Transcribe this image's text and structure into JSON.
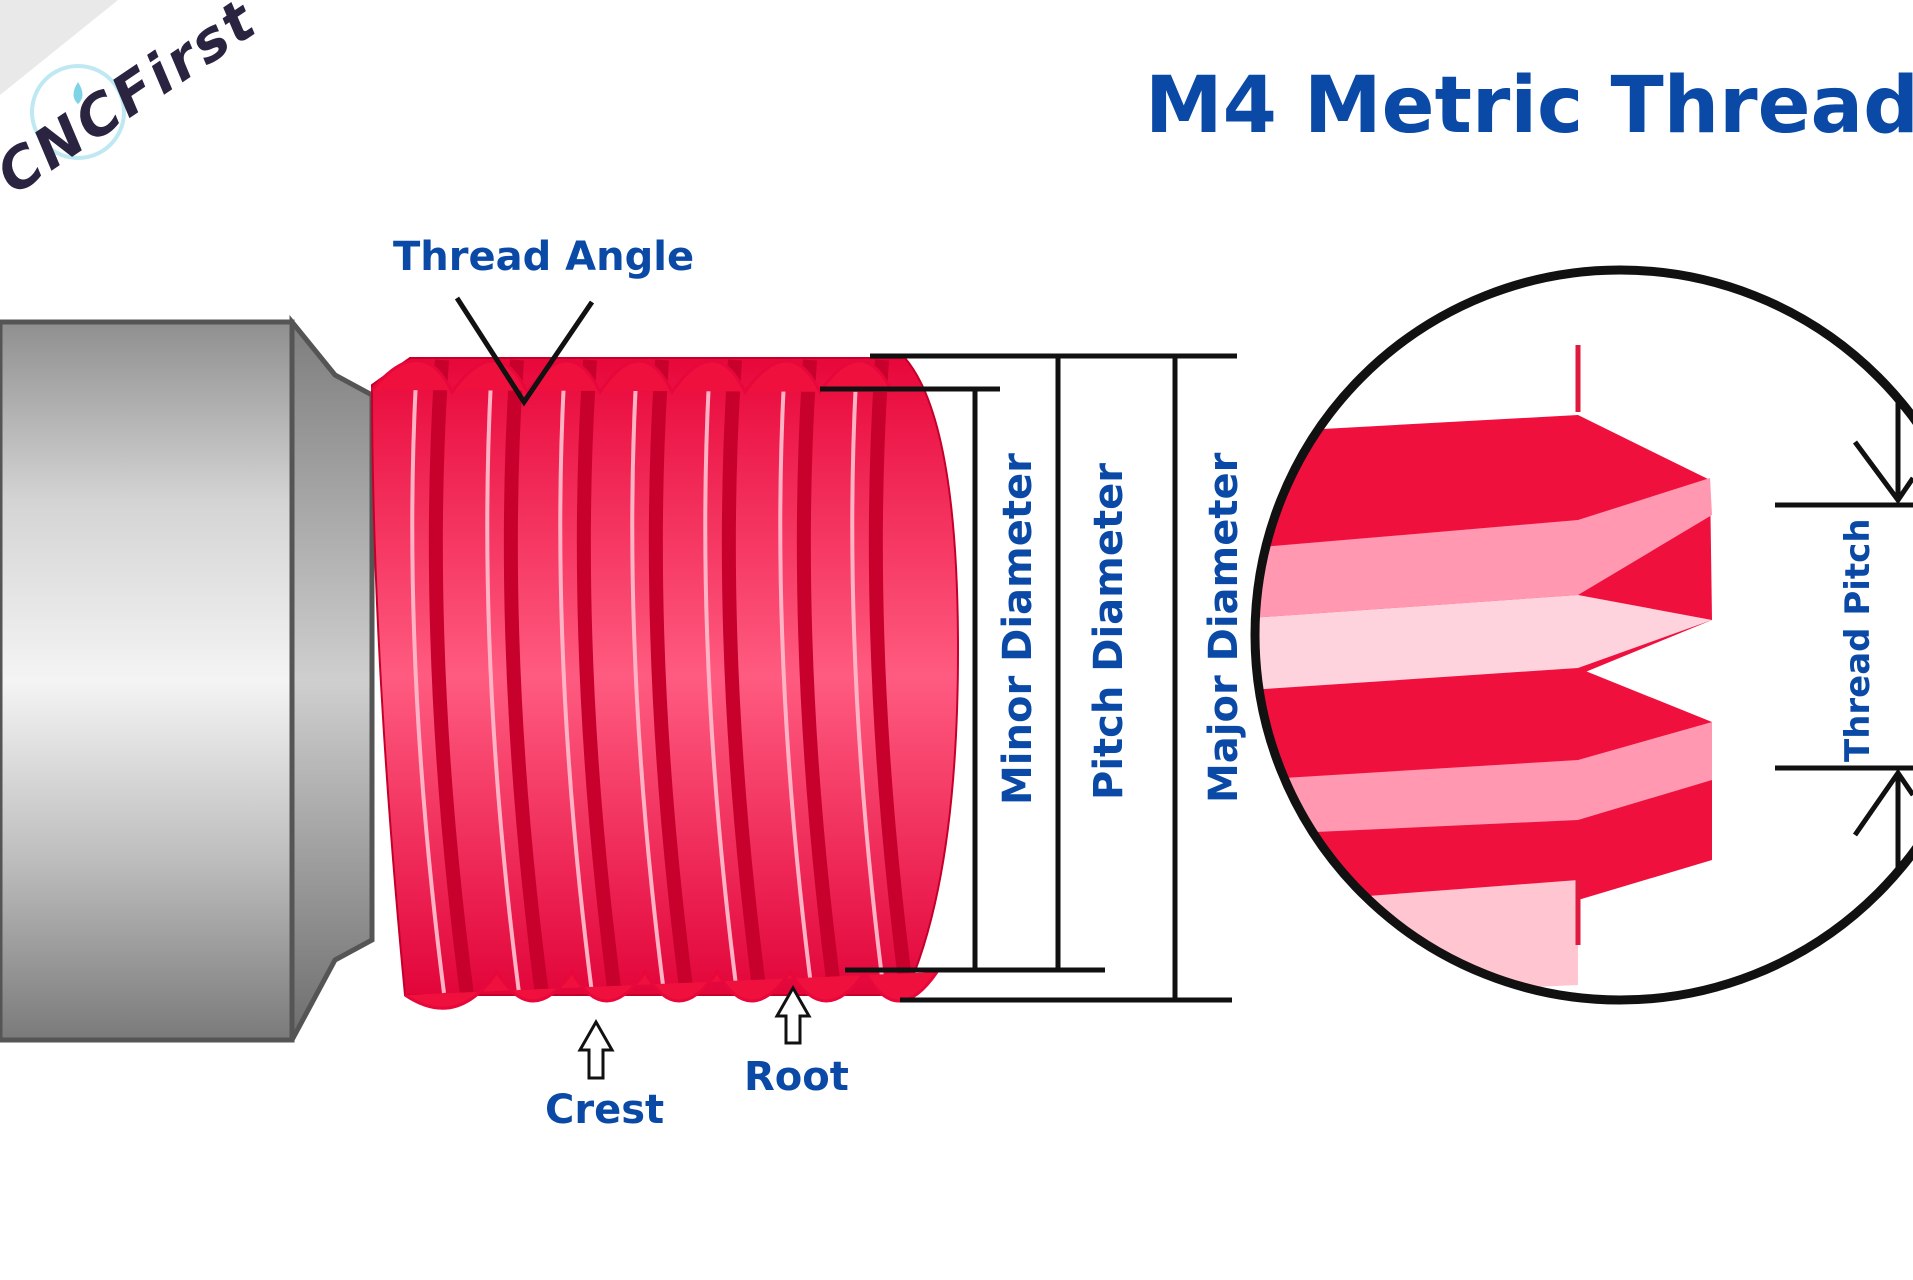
{
  "logo": {
    "text": "CNCFirst"
  },
  "title": "M4 Metric Thread",
  "labels": {
    "thread_angle": "Thread Angle",
    "minor_diameter": "Minor Diameter",
    "pitch_diameter": "Pitch Diameter",
    "major_diameter": "Major Diameter",
    "thread_pitch": "Thread Pitch",
    "crest": "Crest",
    "root": "Root"
  },
  "colors": {
    "label_blue": "#0a4aa6",
    "thread_red": "#f0103e",
    "thread_highlight": "#ff9db4",
    "shank_grey": "#a8a8a8",
    "logo_navy": "#2a2440",
    "logo_teal": "#7fd3e6"
  }
}
